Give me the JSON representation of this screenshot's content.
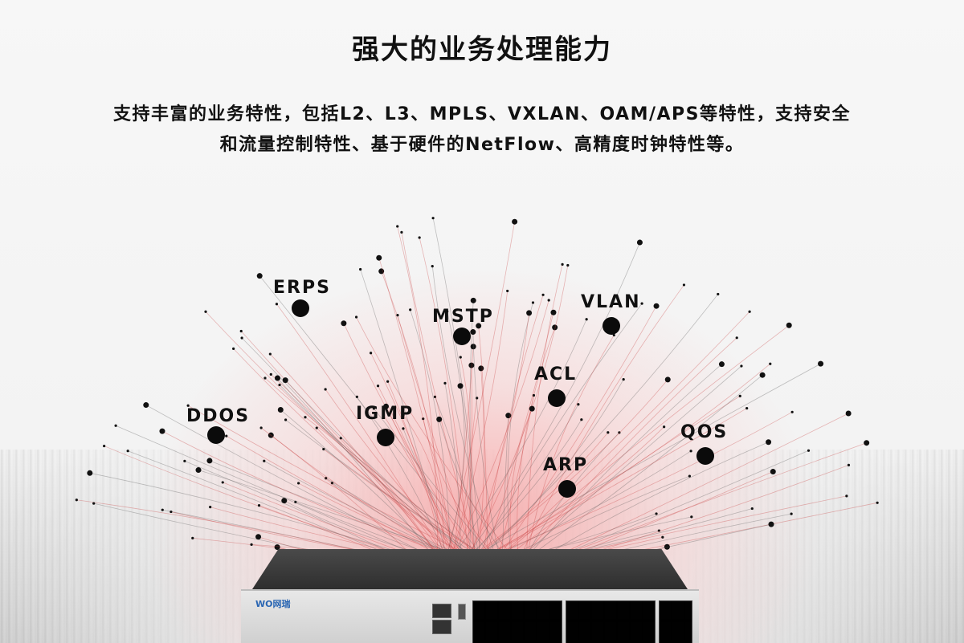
{
  "header": {
    "title": "强大的业务处理能力",
    "description_line1": "支持丰富的业务特性，包括L2、L3、MPLS、VXLAN、OAM/APS等特性，支持安全",
    "description_line2": "和流量控制特性、基于硬件的NetFlow、高精度时钟特性等。"
  },
  "features": [
    "ERPS",
    "MSTP",
    "VLAN",
    "ACL",
    "DDOS",
    "IGMP",
    "QOS",
    "ARP"
  ],
  "device": {
    "brand": "WO网瑞",
    "icon": "network-switch-icon"
  },
  "colors": {
    "glow": "#ff7a7a",
    "dot": "#0b0b0b",
    "text": "#111111",
    "background": "#f4f4f4"
  }
}
